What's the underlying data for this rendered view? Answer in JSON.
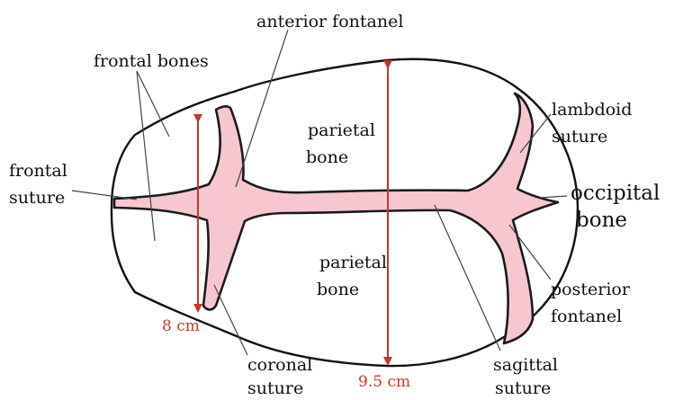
{
  "labels": {
    "anterior_fontanel": "anterior fontanel",
    "frontal_bones": "frontal bones",
    "frontal_suture_1": "frontal",
    "frontal_suture_2": "suture",
    "parietal_upper_1": "parietal",
    "parietal_upper_2": "bone",
    "parietal_lower_1": "parietal",
    "parietal_lower_2": "bone",
    "lambdoid_1": "lambdoid",
    "lambdoid_2": "suture",
    "occipital_1": "occipital",
    "occipital_2": "bone",
    "posterior_fontanel_1": "posterior",
    "posterior_fontanel_2": "fontanel",
    "coronal_1": "coronal",
    "coronal_2": "suture",
    "sagittal_1": "sagittal",
    "sagittal_2": "suture"
  },
  "measurements": {
    "width": "8 cm",
    "length": "9.5 cm"
  },
  "colors": {
    "suture_fill": "#f7c6cf",
    "measurement": "#c0392b",
    "outline": "#111111"
  }
}
